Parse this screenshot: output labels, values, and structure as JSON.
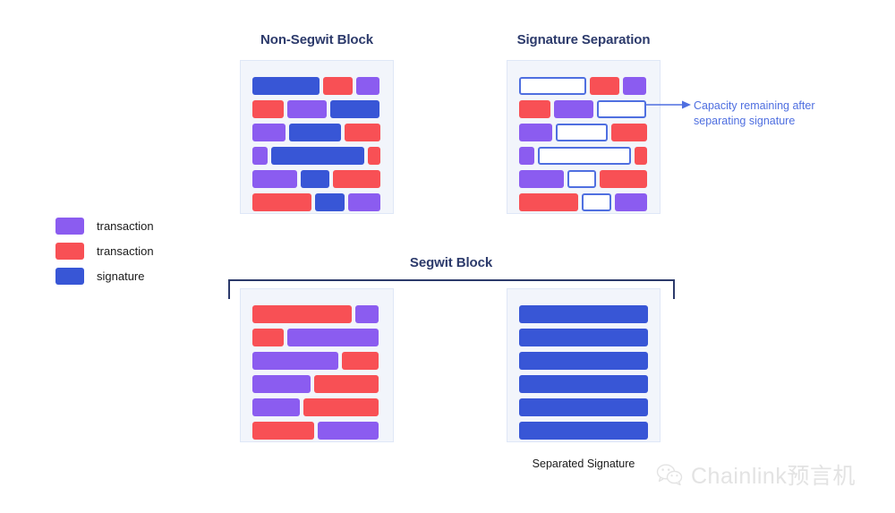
{
  "diagram": {
    "title_nonsegwit": "Non-Segwit Block",
    "title_signature_separation": "Signature Separation",
    "title_segwit": "Segwit Block",
    "separated_signature_label": "Separated Signature",
    "callout": "Capacity remaining after separating signature"
  },
  "colors": {
    "transaction_purple": "#8b5cf0",
    "transaction_red": "#f85055",
    "signature_blue": "#3856d6",
    "panel_background": "#f2f5fb",
    "panel_border": "#dfe7f7",
    "title_navy": "#2c3a6b",
    "callout_blue": "#4f6fe0",
    "watermark_gray": "#e3e3e3"
  },
  "legend": {
    "items": [
      {
        "label": "transaction",
        "swatch": "tx-purple"
      },
      {
        "label": "transaction",
        "swatch": "tx-red"
      },
      {
        "label": "signature",
        "swatch": "sig-blue"
      }
    ]
  },
  "blocks": {
    "nonsegwit": {
      "rows": [
        [
          {
            "type": "sig-blue",
            "width": 52
          },
          {
            "type": "tx-red",
            "width": 23
          },
          {
            "type": "tx-purple",
            "width": 18
          }
        ],
        [
          {
            "type": "tx-red",
            "width": 24
          },
          {
            "type": "tx-purple",
            "width": 31
          },
          {
            "type": "sig-blue",
            "width": 38
          }
        ],
        [
          {
            "type": "tx-purple",
            "width": 26
          },
          {
            "type": "sig-blue",
            "width": 40
          },
          {
            "type": "tx-red",
            "width": 28
          }
        ],
        [
          {
            "type": "tx-purple",
            "width": 12
          },
          {
            "type": "sig-blue",
            "width": 72
          },
          {
            "type": "tx-red",
            "width": 10
          }
        ],
        [
          {
            "type": "tx-purple",
            "width": 35
          },
          {
            "type": "sig-blue",
            "width": 22
          },
          {
            "type": "tx-red",
            "width": 37
          }
        ],
        [
          {
            "type": "tx-red",
            "width": 46
          },
          {
            "type": "sig-blue",
            "width": 23
          },
          {
            "type": "tx-purple",
            "width": 25
          }
        ]
      ]
    },
    "signature_separation": {
      "rows": [
        [
          {
            "type": "sig-empty",
            "width": 52
          },
          {
            "type": "tx-red",
            "width": 23
          },
          {
            "type": "tx-purple",
            "width": 18
          }
        ],
        [
          {
            "type": "tx-red",
            "width": 24
          },
          {
            "type": "tx-purple",
            "width": 31
          },
          {
            "type": "sig-empty",
            "width": 38
          }
        ],
        [
          {
            "type": "tx-purple",
            "width": 26
          },
          {
            "type": "sig-empty",
            "width": 40
          },
          {
            "type": "tx-red",
            "width": 28
          }
        ],
        [
          {
            "type": "tx-purple",
            "width": 12
          },
          {
            "type": "sig-empty",
            "width": 72
          },
          {
            "type": "tx-red",
            "width": 10
          }
        ],
        [
          {
            "type": "tx-purple",
            "width": 35
          },
          {
            "type": "sig-empty",
            "width": 22
          },
          {
            "type": "tx-red",
            "width": 37
          }
        ],
        [
          {
            "type": "tx-red",
            "width": 46
          },
          {
            "type": "sig-empty",
            "width": 23
          },
          {
            "type": "tx-purple",
            "width": 25
          }
        ]
      ]
    },
    "segwit_transactions": {
      "rows": [
        [
          {
            "type": "tx-red",
            "width": 77
          },
          {
            "type": "tx-purple",
            "width": 18
          }
        ],
        [
          {
            "type": "tx-red",
            "width": 24
          },
          {
            "type": "tx-purple",
            "width": 71
          }
        ],
        [
          {
            "type": "tx-purple",
            "width": 67
          },
          {
            "type": "tx-red",
            "width": 28
          }
        ],
        [
          {
            "type": "tx-purple",
            "width": 45
          },
          {
            "type": "tx-red",
            "width": 50
          }
        ],
        [
          {
            "type": "tx-purple",
            "width": 37
          },
          {
            "type": "tx-red",
            "width": 58
          }
        ],
        [
          {
            "type": "tx-red",
            "width": 48
          },
          {
            "type": "tx-purple",
            "width": 47
          }
        ]
      ]
    },
    "segwit_signatures": {
      "rows": [
        [
          {
            "type": "sig-blue",
            "width": 100
          }
        ],
        [
          {
            "type": "sig-blue",
            "width": 100
          }
        ],
        [
          {
            "type": "sig-blue",
            "width": 100
          }
        ],
        [
          {
            "type": "sig-blue",
            "width": 100
          }
        ],
        [
          {
            "type": "sig-blue",
            "width": 100
          }
        ],
        [
          {
            "type": "sig-blue",
            "width": 100
          }
        ]
      ]
    }
  },
  "watermark": {
    "text": "Chainlink预言机",
    "icon": "wechat-icon"
  }
}
